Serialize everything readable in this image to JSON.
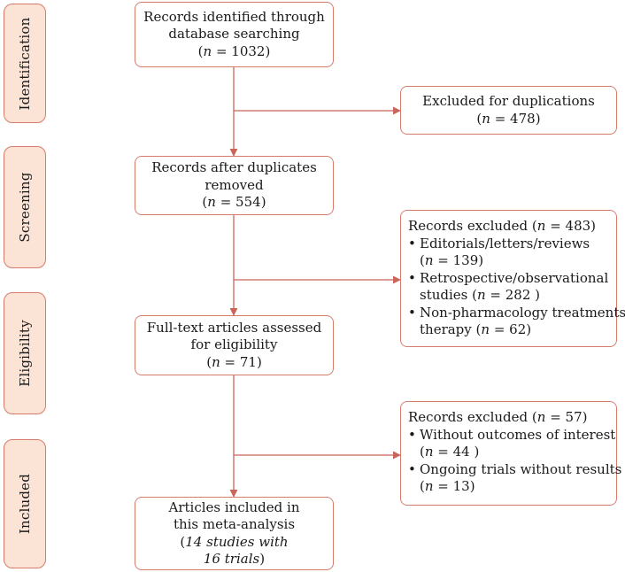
{
  "colors": {
    "border": "#d97b6a",
    "stage_fill": "#fbe3d6",
    "arrow": "#c9655a"
  },
  "stages": [
    {
      "label": "Identification"
    },
    {
      "label": "Screening"
    },
    {
      "label": "Eligibility"
    },
    {
      "label": "Included"
    }
  ],
  "main": {
    "identified": {
      "line1": "Records identified through",
      "line2": "database searching",
      "n_label": "n",
      "n_value": " = 1032"
    },
    "after_duplicates": {
      "line1": "Records after duplicates",
      "line2": "removed",
      "n_label": "n",
      "n_value": " = 554"
    },
    "full_text": {
      "line1": "Full-text articles assessed",
      "line2": "for eligibility",
      "n_label": "n",
      "n_value": " = 71"
    },
    "included": {
      "line1": "Articles included in",
      "line2": "this meta-analysis",
      "line3": "14 studies with",
      "line4": "16 trials"
    }
  },
  "side": {
    "duplicates": {
      "line1": "Excluded for duplications",
      "n_label": "n",
      "n_value": " = 478"
    },
    "screening_excluded": {
      "title": "Records excluded (",
      "n_label": "n",
      "n_value": " = 483)",
      "items": [
        {
          "text": "Editorials/letters/reviews",
          "n_label": "n",
          "n_value": " = 139)"
        },
        {
          "text": "Retrospective/observational",
          "text2": "studies (",
          "n_label": "n",
          "n_value": " = 282 )"
        },
        {
          "text": "Non-pharmacology treatments",
          "text2": "therapy (",
          "n_label": "n",
          "n_value": " = 62)"
        }
      ]
    },
    "eligibility_excluded": {
      "title": "Records excluded (",
      "n_label": "n",
      "n_value": " = 57)",
      "items": [
        {
          "text": "Without outcomes of interest",
          "n_label": "n",
          "n_value": " = 44 )"
        },
        {
          "text": "Ongoing trials without results",
          "n_label": "n",
          "n_value": " = 13)"
        }
      ]
    }
  },
  "bullet": "•"
}
